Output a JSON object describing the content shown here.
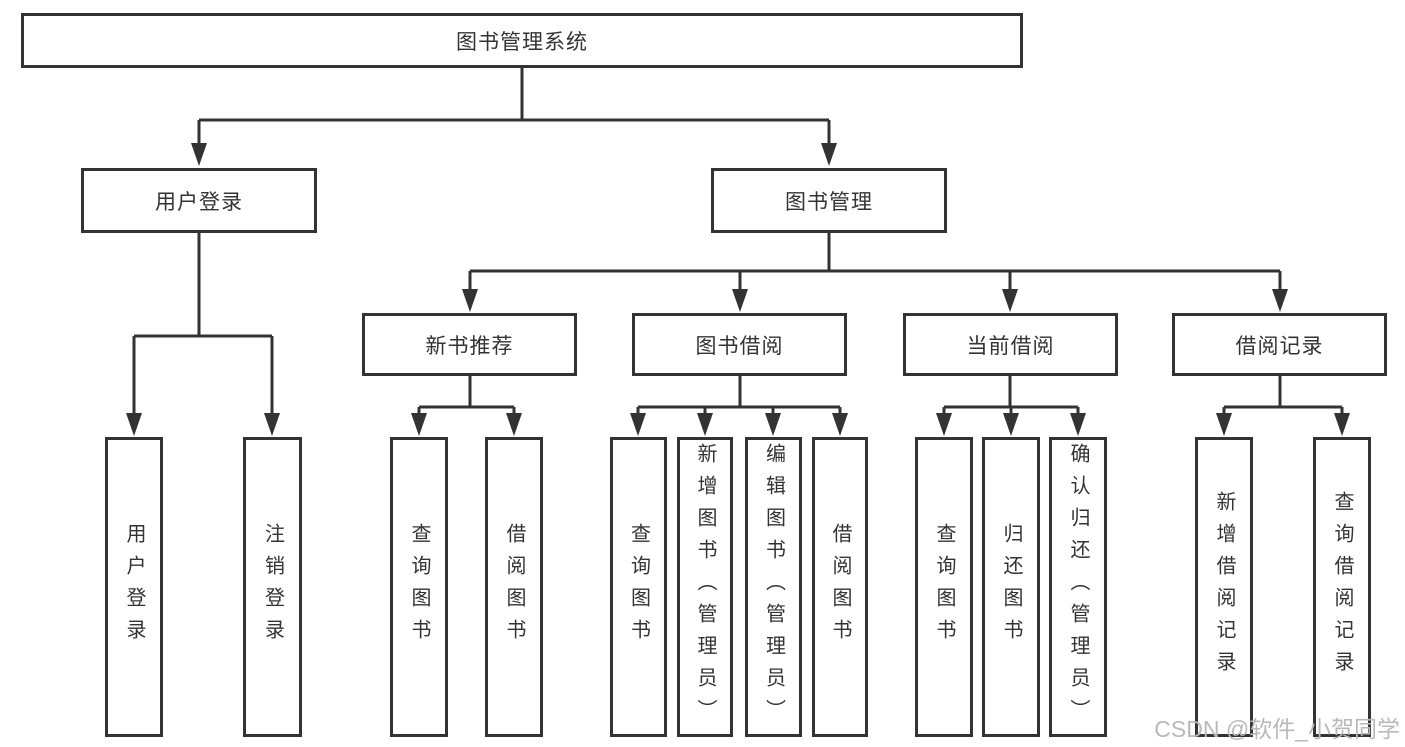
{
  "diagram": {
    "root": {
      "label": "图书管理系统"
    },
    "branches": [
      {
        "label": "用户登录",
        "children": [
          {
            "label": "用户登录"
          },
          {
            "label": "注销登录"
          }
        ]
      },
      {
        "label": "图书管理",
        "children": [
          {
            "label": "新书推荐",
            "children": [
              {
                "label": "查询图书"
              },
              {
                "label": "借阅图书"
              }
            ]
          },
          {
            "label": "图书借阅",
            "children": [
              {
                "label": "查询图书"
              },
              {
                "label": "新增图书（管理员）"
              },
              {
                "label": "编辑图书（管理员）"
              },
              {
                "label": "借阅图书"
              }
            ]
          },
          {
            "label": "当前借阅",
            "children": [
              {
                "label": "查询图书"
              },
              {
                "label": "归还图书"
              },
              {
                "label": "确认归还（管理员）"
              }
            ]
          },
          {
            "label": "借阅记录",
            "children": [
              {
                "label": "新增借阅记录"
              },
              {
                "label": "查询借阅记录"
              }
            ]
          }
        ]
      }
    ]
  },
  "watermark": {
    "text": "CSDN @软件_小贺同学"
  },
  "colors": {
    "line": "#333333",
    "text": "#333333",
    "box_background": "#ffffff",
    "page_background": "#ffffff",
    "watermark": "#b9b9b9"
  }
}
